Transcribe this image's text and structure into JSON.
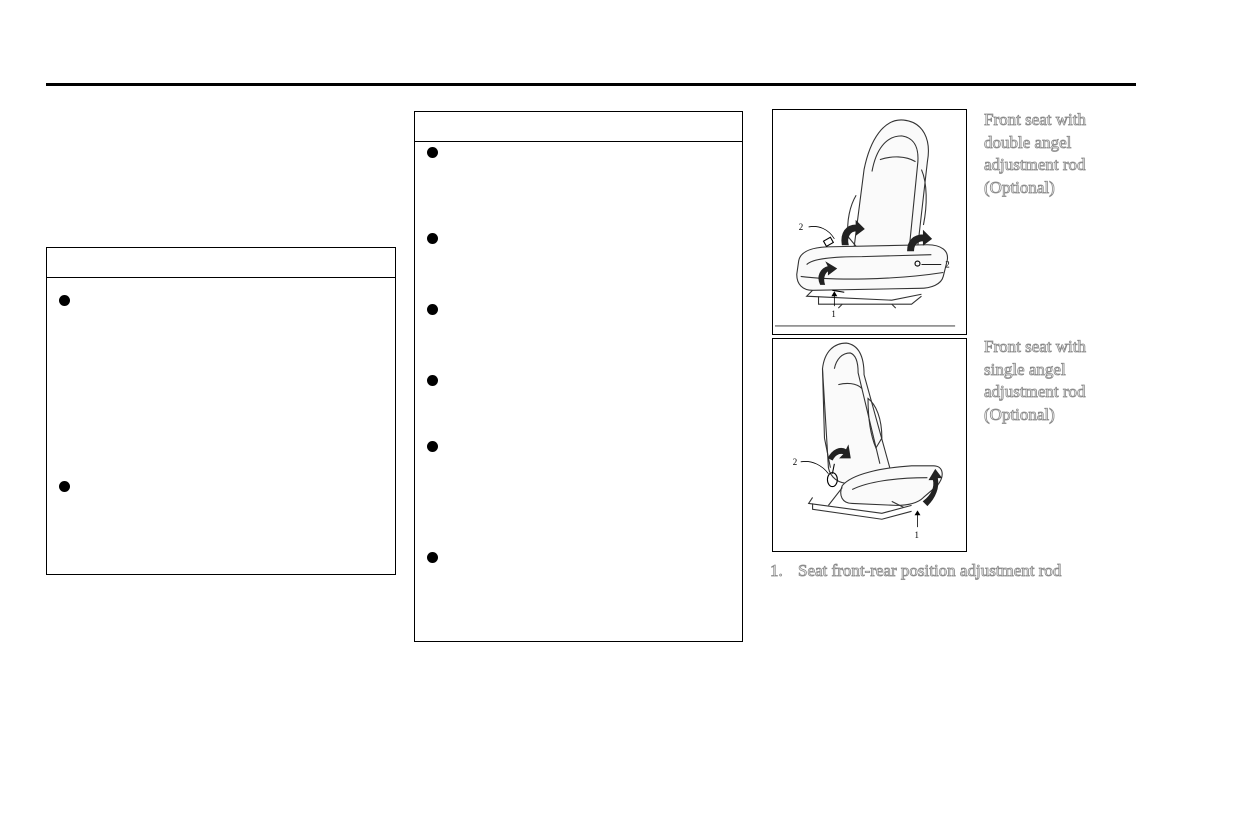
{
  "figures": [
    {
      "caption_lines": [
        "Front seat with",
        "double angel",
        "adjustment rod",
        "(Optional)"
      ],
      "callouts": [
        "1",
        "2",
        "2"
      ]
    },
    {
      "caption_lines": [
        "Front seat with",
        "single angel",
        "adjustment rod",
        "(Optional)"
      ],
      "callouts": [
        "1",
        "2"
      ]
    }
  ],
  "legend": [
    {
      "number": "1.",
      "text": "Seat front-rear position adjustment rod"
    }
  ]
}
